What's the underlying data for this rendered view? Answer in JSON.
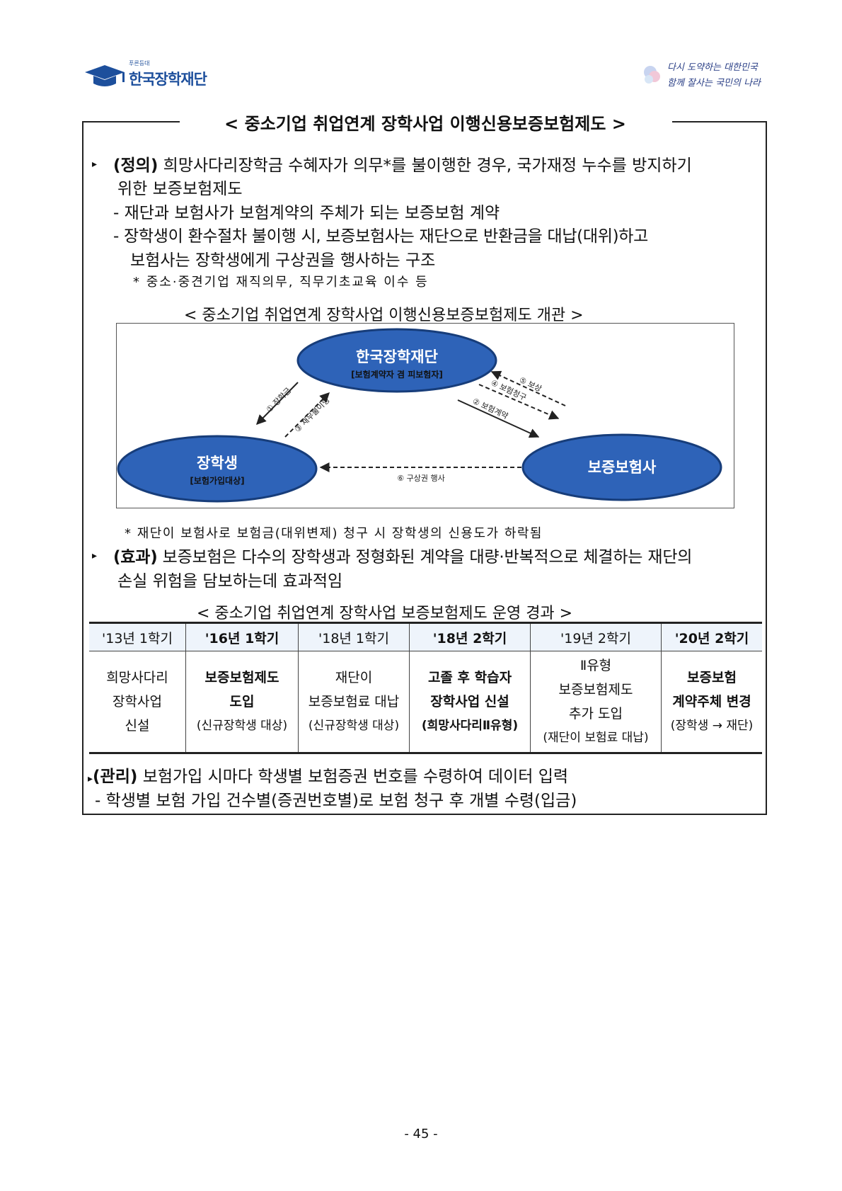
{
  "header": {
    "logo_small": "푸른등대",
    "logo_name": "한국장학재단",
    "slogan_line1": "다시 도약하는 대한민국",
    "slogan_line2": "함께 잘사는 국민의 나라"
  },
  "title": "< 중소기업 취업연계 장학사업 이행신용보증보험제도 >",
  "definition": {
    "label": "(정의)",
    "text_1": "희망사다리장학금 수혜자가 의무*를 불이행한 경우, 국가재정 누수를 방지하기",
    "text_2": "위한 보증보험제도",
    "dash_1": "- 재단과 보험사가 보험계약의 주체가 되는 보증보험 계약",
    "dash_2_line1": "- 장학생이 환수절차 불이행 시, 보증보험사는 재단으로 반환금을 대납(대위)하고",
    "dash_2_line2": "보험사는 장학생에게 구상권을 행사하는 구조",
    "footnote": "* 중소·중견기업 재직의무, 직무기초교육 이수 등"
  },
  "diagram": {
    "title": "< 중소기업 취업연계 장학사업 이행신용보증보험제도 개관 >",
    "foundation_name": "한국장학재단",
    "foundation_sub": "[보험계약자 겸 피보험자]",
    "student_name": "장학생",
    "student_sub": "[보험가입대상]",
    "insurer_name": "보증보험사",
    "arrow_1": "① 장학금",
    "arrow_3": "③ 채무불이행",
    "arrow_2": "② 보험계약",
    "arrow_4": "④ 보험청구",
    "arrow_5_top": "⑤ 보상",
    "arrow_6": "⑥ 구상권 행사",
    "note": "* 재단이 보험사로 보험금(대위변제) 청구 시 장학생의 신용도가 하락됨"
  },
  "effect": {
    "label": "(효과)",
    "text_1": "보증보험은 다수의 장학생과 정형화된 계약을 대량·반복적으로 체결하는 재단의",
    "text_2": "손실 위험을 담보하는데 효과적임"
  },
  "table": {
    "title": "< 중소기업 취업연계 장학사업 보증보험제도 운영 경과 >",
    "headers": [
      "'13년 1학기",
      "'16년 1학기",
      "'18년 1학기",
      "'18년 2학기",
      "'19년 2학기",
      "'20년 2학기"
    ],
    "cells": [
      {
        "l1": "희망사다리",
        "l2": "장학사업",
        "l3": "신설"
      },
      {
        "l1": "보증보험제도",
        "l2": "도입",
        "l3": "(신규장학생 대상)"
      },
      {
        "l1": "재단이",
        "l2": "보증보험료 대납",
        "l3": "(신규장학생 대상)"
      },
      {
        "l1": "고졸 후 학습자",
        "l2": "장학사업 신설",
        "l3": "(희망사다리Ⅱ유형)"
      },
      {
        "l1": "Ⅱ유형",
        "l2": "보증보험제도",
        "l3": "추가 도입",
        "l4": "(재단이 보험료 대납)"
      },
      {
        "l1": "보증보험",
        "l2": "계약주체 변경",
        "l3": "(장학생 → 재단)"
      }
    ]
  },
  "management": {
    "label": "(관리)",
    "text": "보험가입 시마다 학생별 보험증권 번호를 수령하여 데이터 입력",
    "dash": "- 학생별 보험 가입 건수별(증권번호별)로 보험 청구 후 개별 수령(입금)"
  },
  "page_number": "- 45 -",
  "colors": {
    "ellipse_fill": "#2e63b8",
    "ellipse_stroke": "#173d7a",
    "brand": "#1d4f9c"
  }
}
